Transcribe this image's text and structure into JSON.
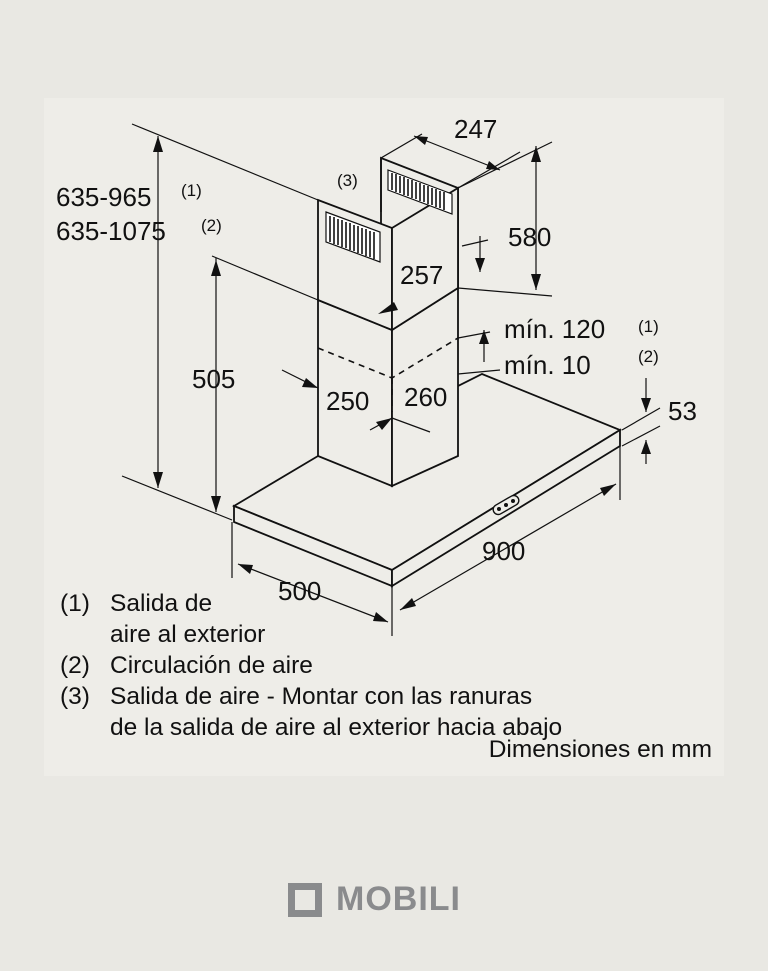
{
  "dimensions": {
    "total_height_1": "635-965",
    "total_height_1_note": "(1)",
    "total_height_2": "635-1075",
    "total_height_2_note": "(2)",
    "chimney_depth_top": "247",
    "chimney_height": "580",
    "chimney_outlet_note": "(3)",
    "chimney_width_top": "257",
    "lower_height": "505",
    "min_gap_1": "mín. 120",
    "min_gap_1_note": "(1)",
    "min_gap_2": "mín. 10",
    "min_gap_2_note": "(2)",
    "chimney_width_bottom": "250",
    "chimney_depth_bottom": "260",
    "hood_thickness": "53",
    "hood_width": "900",
    "hood_depth": "500"
  },
  "legend": [
    {
      "num": "(1)",
      "lines": [
        "Salida de",
        "aire al exterior"
      ]
    },
    {
      "num": "(2)",
      "lines": [
        "Circulación de aire"
      ]
    },
    {
      "num": "(3)",
      "lines": [
        "Salida de aire - Montar con las ranuras",
        "de la salida de aire al exterior hacia abajo"
      ]
    }
  ],
  "units_note": "Dimensiones en mm",
  "brand": {
    "name": "MOBILI",
    "icon": "square-outline-icon",
    "color": "#8a8b8d"
  },
  "colors": {
    "background": "#e9e8e3",
    "panel": "#eeede8",
    "ink": "#111111"
  }
}
